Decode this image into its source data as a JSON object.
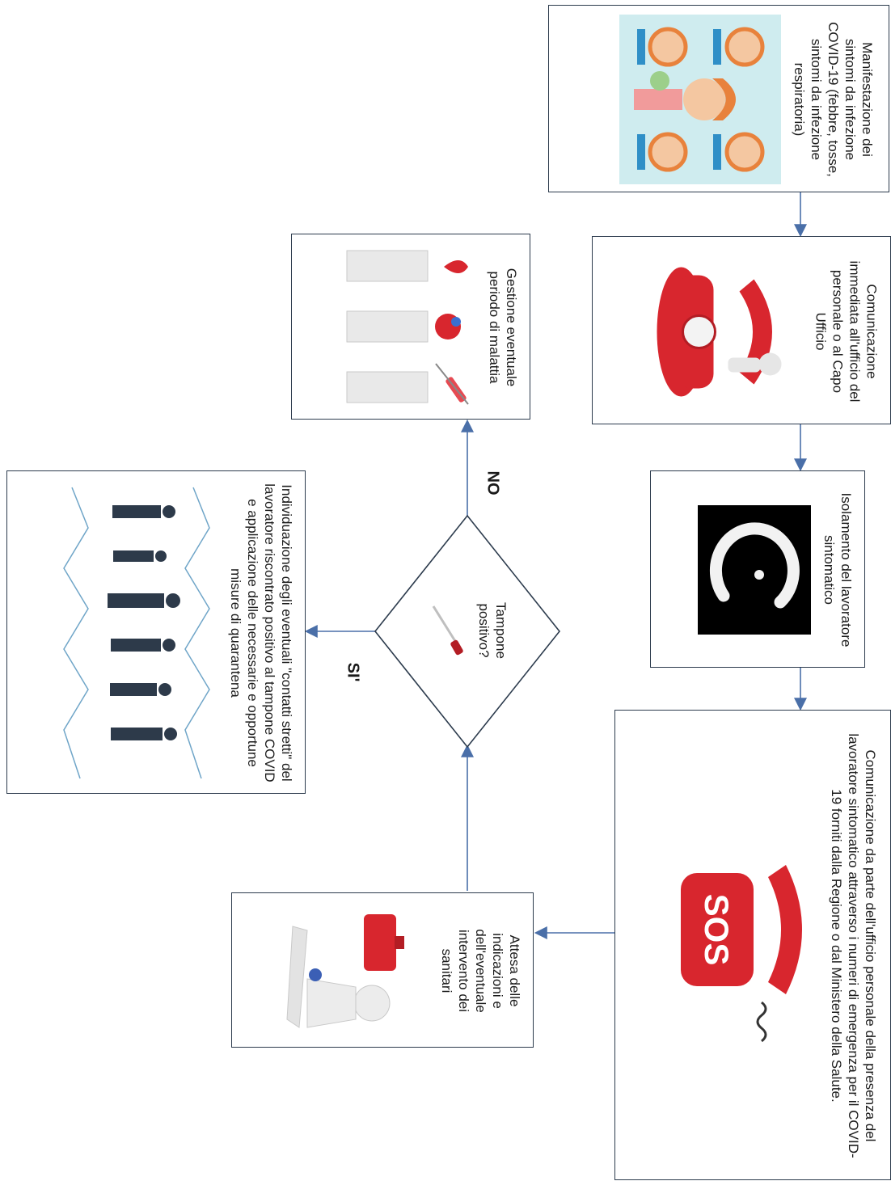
{
  "steps": {
    "symptoms": "Manifestazione dei sintomi da infezione COVID-19 (febbre, tosse, sintomi da infezione respiratoria)",
    "communication": "Comunicazione immediata all'ufficio del personale o al Capo Ufficio",
    "isolation": "Isolamento del lavoratore sintomatico",
    "emergency": "Comunicazione da parte dell'ufficio personale della presenza del lavoratore sintomatico attraverso i numeri di emergenza per il COVID-19 forniti dalla Regione o dal Ministero della Salute.",
    "wait": "Attesa delle indicazioni e dell'eventuale intervento dei sanitari",
    "decision": "Tampone positivo?",
    "illness": "Gestione eventuale periodo di malattia",
    "contacts": "Individuazione degli eventuali \"contatti stretti\" del lavoratore riscontrato positivo al tampone COVID e applicazione delle necessarie e opportune misure di quarantena"
  },
  "branches": {
    "no": "NO",
    "yes": "SI'"
  },
  "illustrations": {
    "symptoms": "symptoms-infographic",
    "communication": "red-telephone",
    "isolation": "enso-circle",
    "emergency": "sos-telephone",
    "wait": "first-aid-figure",
    "decision": "swab-tube",
    "illness": "medical-figures",
    "contacts": "people-network"
  },
  "colors": {
    "border": "#2c3b4d",
    "arrow": "#4a6fa8",
    "red": "#d8262e"
  }
}
